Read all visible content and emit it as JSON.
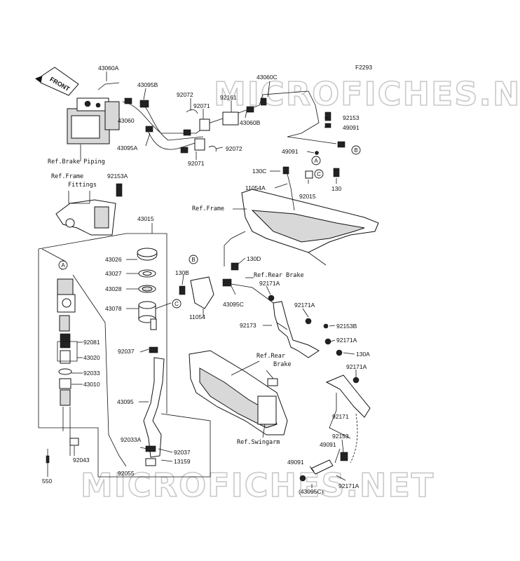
{
  "figure_code": "F2293",
  "watermark": "MICROFICHES.NET",
  "front_label": "FRONT",
  "circle_tags": {
    "a": "A",
    "b": "B",
    "c": "C"
  },
  "refs": {
    "brake_piping": "Ref.Brake Piping",
    "frame_fittings_1": "Ref.Frame",
    "frame_fittings_2": "Fittings",
    "frame": "Ref.Frame",
    "rear_brake": "Ref.Rear Brake",
    "rear_brake_2a": "Ref.Rear",
    "rear_brake_2b": "Brake",
    "swingarm": "Ref.Swingarm"
  },
  "parts": {
    "p43060A": "43060A",
    "p43095B": "43095B",
    "p92072a": "92072",
    "p92161": "92161",
    "p43060C": "43060C",
    "p92071a": "92071",
    "p43060": "43060",
    "p43060B": "43060B",
    "p92153a": "92153",
    "p49091a": "49091",
    "p43095A": "43095A",
    "p92071b": "92071",
    "p92072b": "92072",
    "p49091b": "49091",
    "p130C": "130C",
    "p11054A": "11054A",
    "p92015": "92015",
    "p130a": "130",
    "p92153A": "92153A",
    "p43015": "43015",
    "p43026": "43026",
    "p43027": "43027",
    "p43028": "43028",
    "p43078": "43078",
    "p92037a": "92037",
    "p43095": "43095",
    "p92033A": "92033A",
    "p92037b": "92037",
    "p13159": "13159",
    "p92055": "92055",
    "p92081": "92081",
    "p43020": "43020",
    "p92033": "92033",
    "p43010": "43010",
    "p92043": "92043",
    "p550": "550",
    "p130D": "130D",
    "p130B": "130B",
    "p92171Aa": "92171A",
    "p43095C": "43095C",
    "p11054": "11054",
    "p92171Ab": "92171A",
    "p92173": "92173",
    "p92153B": "92153B",
    "p92171Ac": "92171A",
    "p130A": "130A",
    "p92171Ad": "92171A",
    "p92171": "92171",
    "p92153b": "92153",
    "p49091c": "49091",
    "p49091d": "49091",
    "p43095Cp": "(43095C)",
    "p92171Ae": "92171A"
  }
}
